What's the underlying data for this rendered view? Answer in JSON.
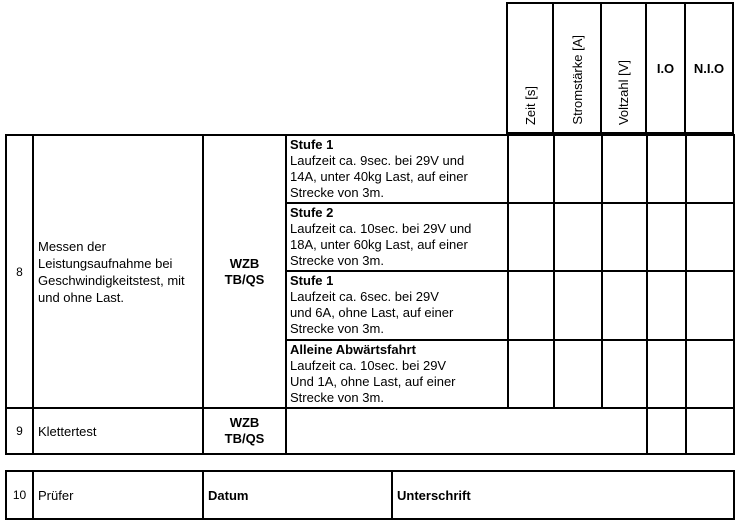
{
  "form": {
    "header": {
      "columns": [
        {
          "label": "Zeit [s]"
        },
        {
          "label": "Stromstärke [A]"
        },
        {
          "label": "Voltzahl [V]"
        },
        {
          "label": "I.O"
        },
        {
          "label": "N.I.O"
        }
      ]
    },
    "row8": {
      "number": "8",
      "description_lines": [
        "Messen der",
        "Leistungsaufnahme bei",
        "Geschwindigkeitstest, mit",
        "und ohne Last."
      ],
      "responsible_line1": "WZB",
      "responsible_line2": "TB/QS",
      "steps": [
        {
          "title": "Stufe 1",
          "lines": [
            "Laufzeit ca. 9sec. bei 29V und",
            "14A, unter 40kg Last, auf einer",
            "Strecke von 3m."
          ]
        },
        {
          "title": "Stufe 2",
          "lines": [
            "Laufzeit ca. 10sec. bei 29V und",
            "18A, unter 60kg Last, auf einer",
            "Strecke von 3m."
          ]
        },
        {
          "title": "Stufe 1",
          "lines": [
            "Laufzeit ca. 6sec. bei 29V",
            "und 6A, ohne Last, auf einer",
            "Strecke von 3m."
          ]
        },
        {
          "title": "Alleine Abwärtsfahrt",
          "lines": [
            "Laufzeit ca. 10sec. bei 29V",
            "Und 1A, ohne Last, auf einer",
            "Strecke von 3m."
          ]
        }
      ]
    },
    "row9": {
      "number": "9",
      "description": "Klettertest",
      "responsible_line1": "WZB",
      "responsible_line2": "TB/QS"
    },
    "row10": {
      "number": "10",
      "examiner_label": "Prüfer",
      "date_label": "Datum",
      "signature_label": "Unterschrift"
    }
  }
}
